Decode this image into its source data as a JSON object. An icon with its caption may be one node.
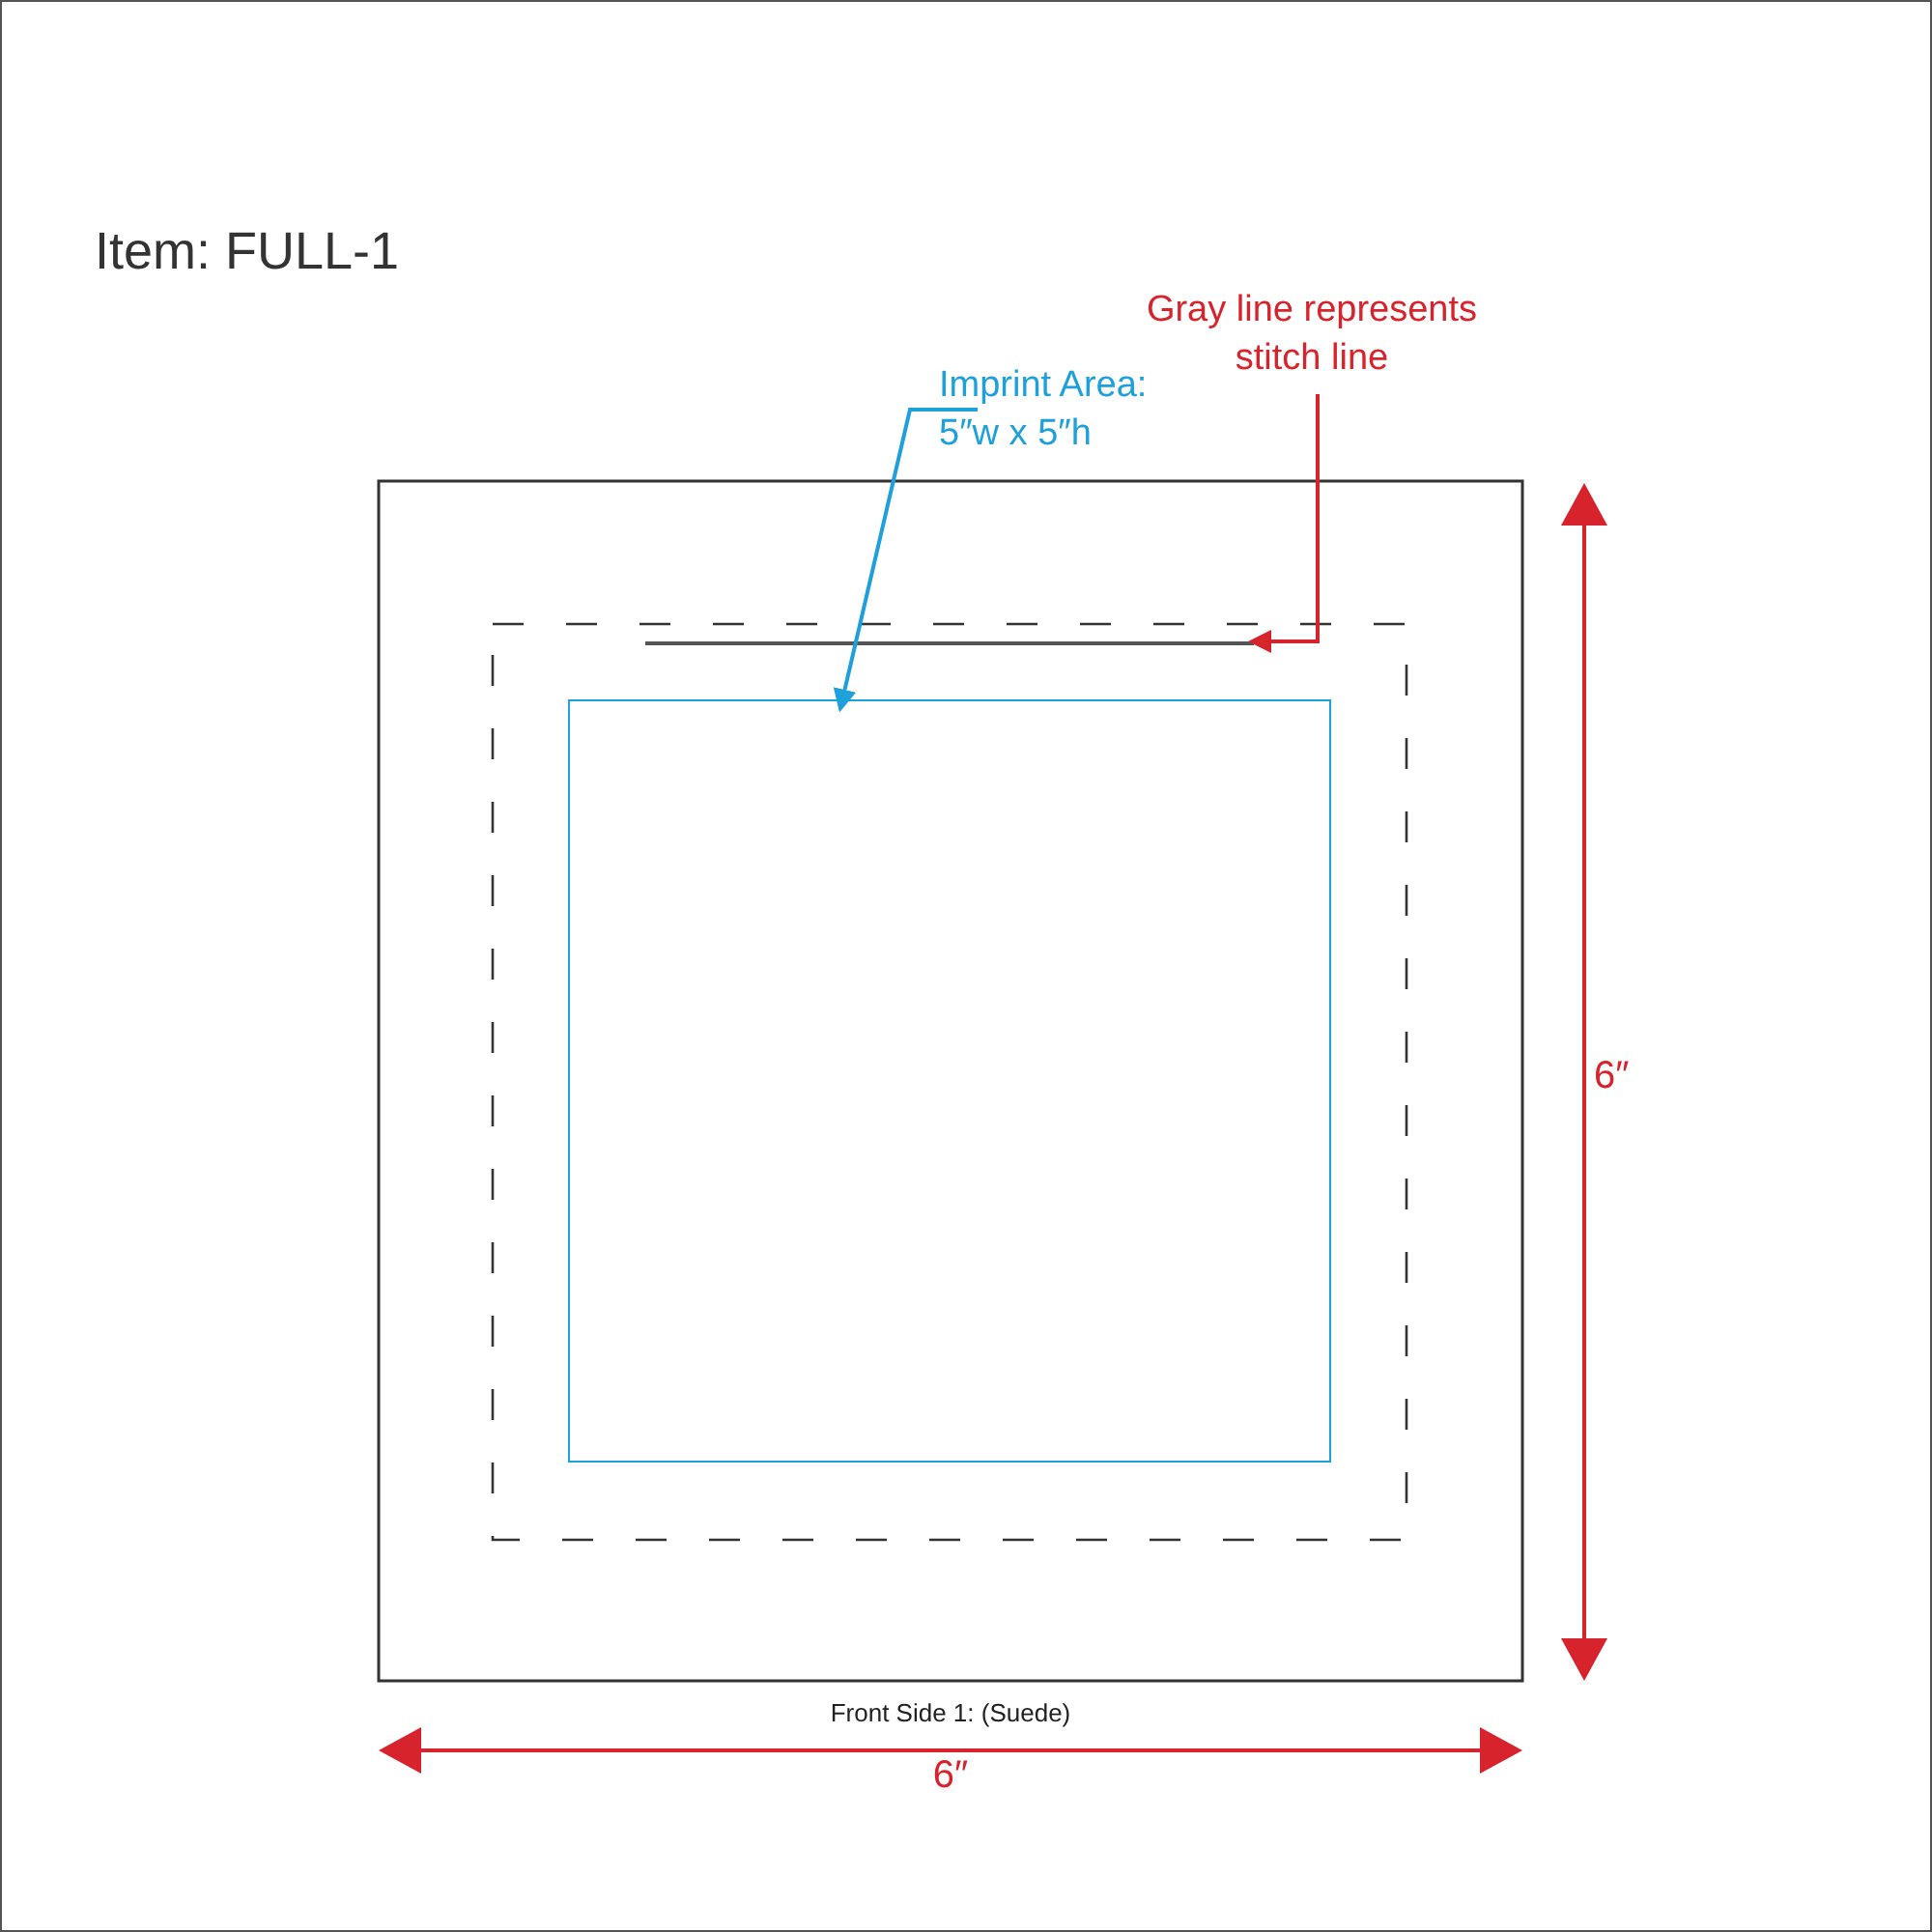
{
  "diagram": {
    "title": "Item: FULL-1",
    "nodes": [
      {
        "text": [
          "Imprint Area: 5″w x 5″h"
        ]
      },
      {
        "text": [],
        "shape": "box"
      },
      {
        "text": [
          "Gray line represents stitch line"
        ]
      },
      {
        "text": [],
        "shape": "line"
      }
    ],
    "edges": [
      {
        "from": 0,
        "to": 1,
        "arrow": "to",
        "color": "#1ea0dc"
      },
      {
        "from": 2,
        "to": 3,
        "arrow": "to",
        "color": "#d7232b"
      }
    ],
    "labels": [
      "6″",
      "Front Side 1: (Suede)",
      "6″"
    ]
  }
}
